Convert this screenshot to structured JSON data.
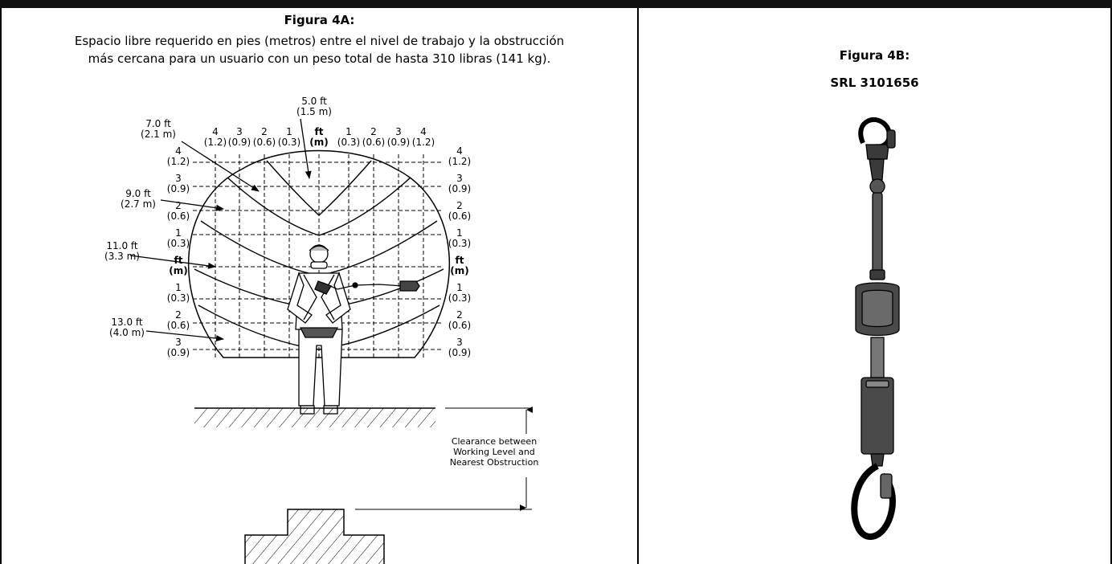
{
  "figure_a": {
    "title": "Figura 4A:",
    "caption_line1": "Espacio libre requerido en pies (metros) entre el nivel de trabajo y la obstrucción",
    "caption_line2": "más cercana para un usuario con un peso total de hasta 310 libras (141 kg).",
    "center_axis_ft": "ft",
    "center_axis_m": "(m)",
    "top_scale_left": [
      {
        "ft": "4",
        "m": "(1.2)"
      },
      {
        "ft": "3",
        "m": "(0.9)"
      },
      {
        "ft": "2",
        "m": "(0.6)"
      },
      {
        "ft": "1",
        "m": "(0.3)"
      }
    ],
    "top_scale_right": [
      {
        "ft": "1",
        "m": "(0.3)"
      },
      {
        "ft": "2",
        "m": "(0.6)"
      },
      {
        "ft": "3",
        "m": "(0.9)"
      },
      {
        "ft": "4",
        "m": "(1.2)"
      }
    ],
    "vertical_scale_upper": [
      {
        "ft": "4",
        "m": "(1.2)"
      },
      {
        "ft": "3",
        "m": "(0.9)"
      },
      {
        "ft": "2",
        "m": "(0.6)"
      },
      {
        "ft": "1",
        "m": "(0.3)"
      }
    ],
    "vertical_scale_lower": [
      {
        "ft": "1",
        "m": "(0.3)"
      },
      {
        "ft": "2",
        "m": "(0.6)"
      },
      {
        "ft": "3",
        "m": "(0.9)"
      }
    ],
    "clearances": [
      {
        "ft": "5.0 ft",
        "m": "(1.5 m)"
      },
      {
        "ft": "7.0 ft",
        "m": "(2.1 m)"
      },
      {
        "ft": "9.0 ft",
        "m": "(2.7 m)"
      },
      {
        "ft": "11.0 ft",
        "m": "(3.3 m)"
      },
      {
        "ft": "13.0 ft",
        "m": "(4.0 m)"
      }
    ],
    "clearance_label_line1": "Clearance between",
    "clearance_label_line2": "Working Level and",
    "clearance_label_line3": "Nearest Obstruction"
  },
  "figure_b": {
    "title": "Figura 4B:",
    "model": "SRL 3101656"
  }
}
